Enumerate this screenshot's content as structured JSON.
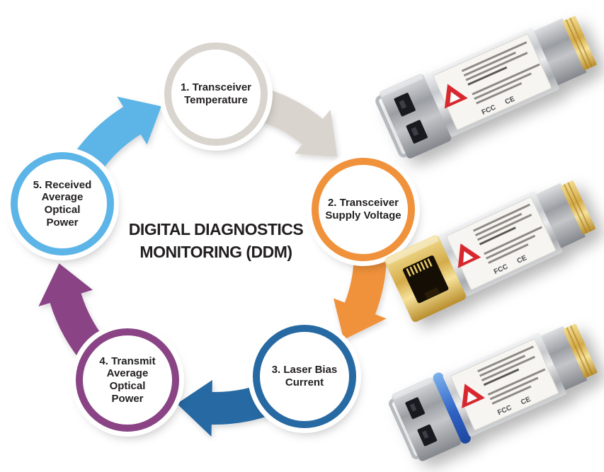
{
  "title": {
    "line1": "DIGITAL DIAGNOSTICS",
    "line2": "MONITORING (DDM)"
  },
  "nodes": [
    {
      "label": "1. Transceiver Temperature",
      "color": "#d9d4ce"
    },
    {
      "label": "2. Transceiver Supply Voltage",
      "color": "#f0923b"
    },
    {
      "label": "3. Laser Bias Current",
      "color": "#2769a3"
    },
    {
      "label": "4. Transmit Average Optical Power",
      "color": "#8a4486"
    },
    {
      "label": "5. Received Average Optical Power",
      "color": "#5cb5e6"
    }
  ],
  "photos": [
    {
      "mark_fcc": "FCC",
      "mark_ce": "CE"
    },
    {
      "mark_fcc": "FCC",
      "mark_ce": "CE"
    },
    {
      "mark_fcc": "FCC",
      "mark_ce": "CE"
    }
  ]
}
